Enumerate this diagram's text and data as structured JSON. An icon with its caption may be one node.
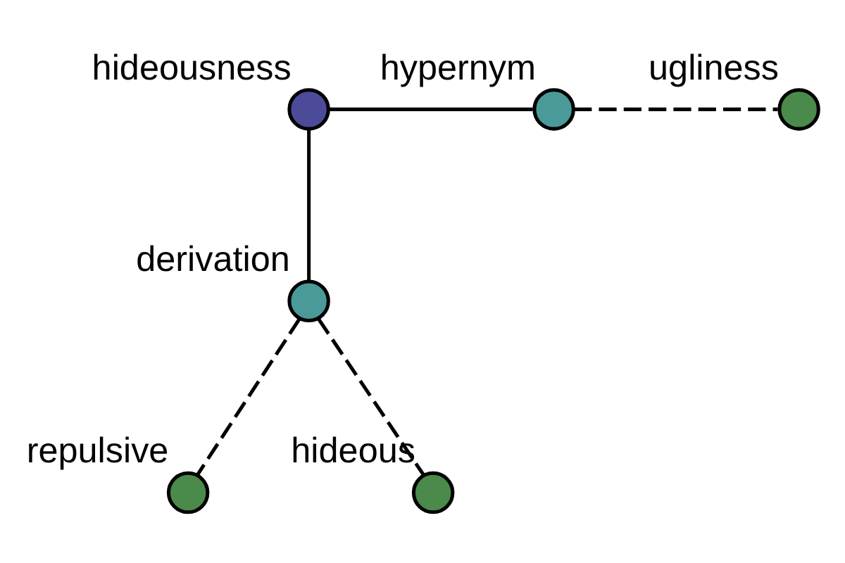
{
  "diagram": {
    "nodes": [
      {
        "text": [
          "hideousness"
        ]
      },
      {
        "text": [
          "hypernym"
        ]
      },
      {
        "text": [
          "ugliness"
        ]
      },
      {
        "text": [
          "derivation"
        ]
      },
      {
        "text": [
          "repulsive"
        ]
      },
      {
        "text": [
          "hideous"
        ]
      }
    ],
    "edges": [
      {
        "from": 0,
        "to": 1,
        "arrow": "none"
      },
      {
        "from": 1,
        "to": 2,
        "arrow": "none",
        "style": "dashed"
      },
      {
        "from": 0,
        "to": 3,
        "arrow": "none"
      },
      {
        "from": 3,
        "to": 4,
        "arrow": "none",
        "style": "dashed"
      },
      {
        "from": 3,
        "to": 5,
        "arrow": "none",
        "style": "dashed"
      }
    ]
  }
}
